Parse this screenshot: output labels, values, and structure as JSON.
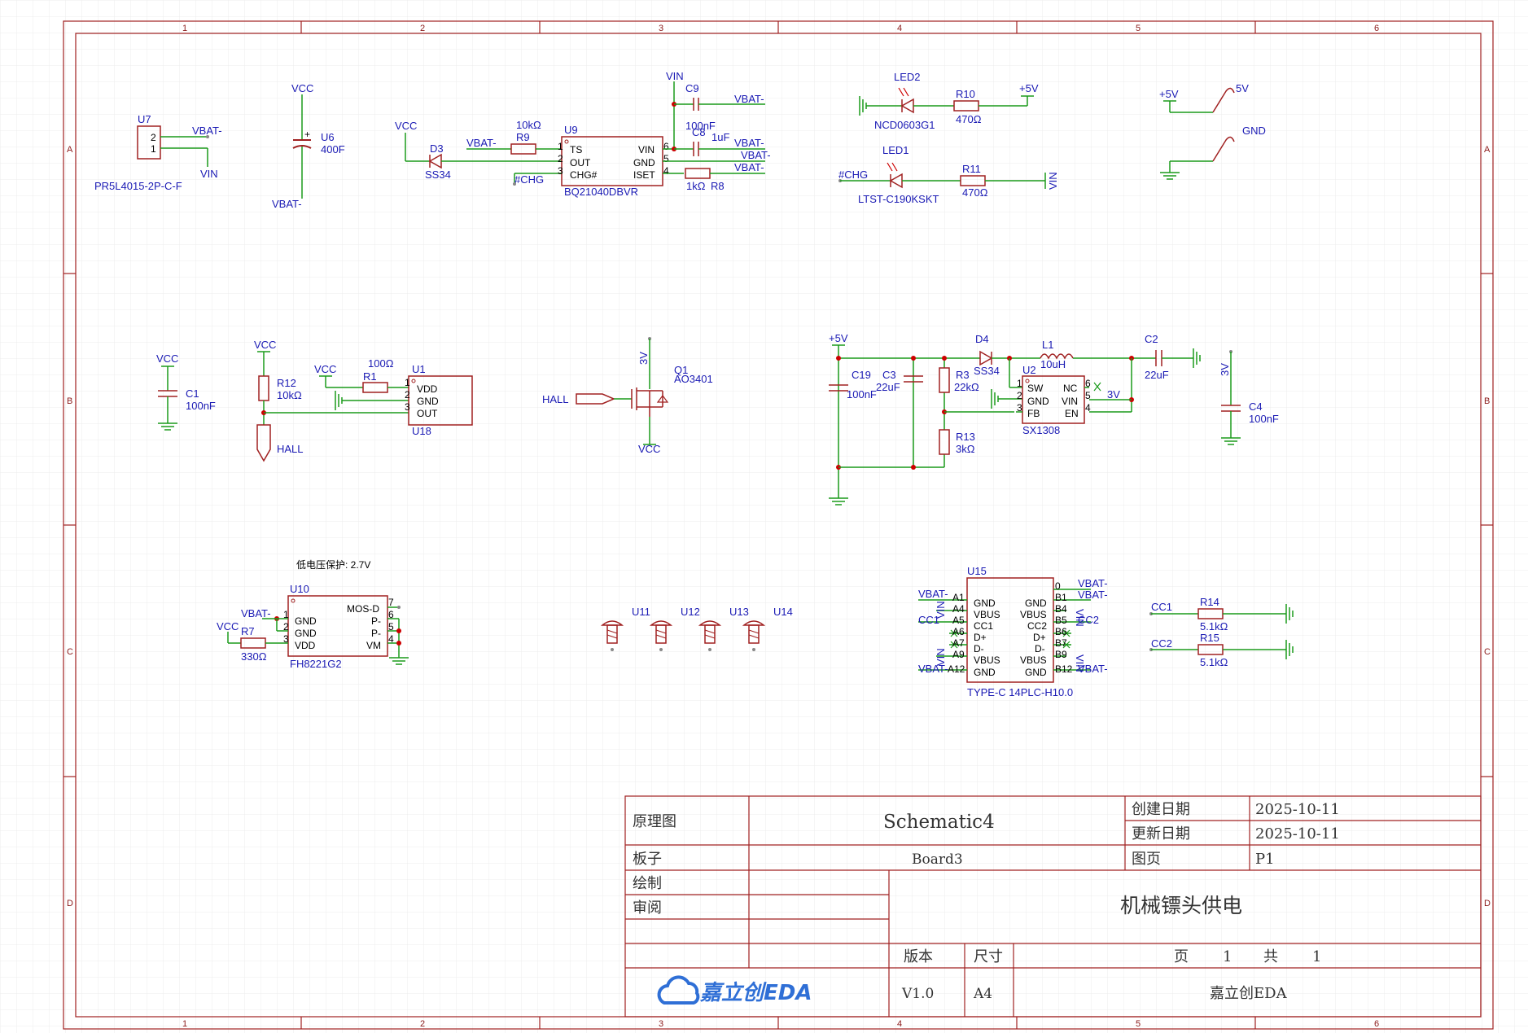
{
  "app": "嘉立创EDA",
  "grid_columns": [
    "1",
    "2",
    "3",
    "4",
    "5",
    "6"
  ],
  "grid_rows": [
    "A",
    "B",
    "C",
    "D"
  ],
  "title_block": {
    "schematic_label": "原理图",
    "schematic_name": "Schematic4",
    "created_label": "创建日期",
    "created_date": "2025-10-11",
    "updated_label": "更新日期",
    "updated_date": "2025-10-11",
    "board_label": "板子",
    "board_name": "Board3",
    "page_label": "图页",
    "page_name": "P1",
    "drawn_label": "绘制",
    "reviewed_label": "审阅",
    "project_title": "机械镖头供电",
    "version_label": "版本",
    "version": "V1.0",
    "size_label": "尺寸",
    "size": "A4",
    "pages_label": "页",
    "page_num": "1",
    "total_label": "共",
    "total_pages": "1",
    "brand_logo_text": "嘉立创EDA",
    "company": "嘉立创EDA"
  },
  "note": "低电压保护: 2.7V",
  "components": {
    "u7": {
      "ref": "U7",
      "part": "PR5L4015-2P-C-F",
      "pin2": "2",
      "pin1": "1",
      "net2": "VBAT-",
      "net1": "VIN"
    },
    "u6": {
      "ref": "U6",
      "value": "400F",
      "net_top": "VCC",
      "net_bot": "VBAT-"
    },
    "d3": {
      "ref": "D3",
      "part": "SS34",
      "net": "VCC"
    },
    "r9": {
      "ref": "R9",
      "value": "10kΩ",
      "net": "VBAT-"
    },
    "u9": {
      "ref": "U9",
      "part": "BQ21040DBVR",
      "p_ts": "TS",
      "p_out": "OUT",
      "p_chg": "CHG#",
      "p_vin": "VIN",
      "p_gnd": "GND",
      "p_iset": "ISET",
      "n1": "1",
      "n2": "2",
      "n3": "3",
      "n4": "4",
      "n5": "5",
      "n6": "6",
      "net_chg": "#CHG"
    },
    "c9": {
      "ref": "C9",
      "value": "100nF",
      "net": "VBAT-",
      "net_top": "VIN"
    },
    "c8": {
      "ref": "C8",
      "value": "1uF",
      "net1": "VBAT-",
      "net2": "VBAT-"
    },
    "r8": {
      "ref": "R8",
      "value": "1kΩ",
      "net": "VBAT-"
    },
    "led2": {
      "ref": "LED2",
      "part": "NCD0603G1"
    },
    "r10": {
      "ref": "R10",
      "value": "470Ω",
      "net": "+5V"
    },
    "led1": {
      "ref": "LED1",
      "part": "LTST-C190KSKT",
      "net": "#CHG"
    },
    "r11": {
      "ref": "R11",
      "value": "470Ω",
      "net": "VIN"
    },
    "p5v": {
      "net": "+5V",
      "label": "5V"
    },
    "pgnd": {
      "label": "GND"
    },
    "c1": {
      "ref": "C1",
      "value": "100nF",
      "net": "VCC"
    },
    "r12": {
      "ref": "R12",
      "value": "10kΩ",
      "net": "VCC",
      "out": "HALL"
    },
    "r1": {
      "ref": "R1",
      "value": "100Ω",
      "net": "VCC"
    },
    "u1": {
      "ref": "U1",
      "ref2": "U18",
      "p_vdd": "VDD",
      "p_gnd": "GND",
      "p_out": "OUT",
      "n1": "1",
      "n2": "2",
      "n3": "3"
    },
    "q1": {
      "ref": "Q1",
      "part": "AO3401",
      "net_top": "3V",
      "net_bot": "VCC",
      "in": "HALL"
    },
    "boost": {
      "net_in": "+5V",
      "c19_ref": "C19",
      "c19_val": "100nF",
      "c3_ref": "C3",
      "c3_val": "22uF",
      "d4_ref": "D4",
      "d4_part": "SS34",
      "l1_ref": "L1",
      "l1_val": "10uH",
      "r3_ref": "R3",
      "r3_val": "22kΩ",
      "r13_ref": "R13",
      "r13_val": "3kΩ",
      "u2_ref": "U2",
      "u2_part": "SX1308",
      "p_sw": "SW",
      "p_gnd": "GND",
      "p_fb": "FB",
      "p_nc": "NC",
      "p_vin": "VIN",
      "p_en": "EN",
      "n1": "1",
      "n2": "2",
      "n3": "3",
      "n4": "4",
      "n5": "5",
      "n6": "6",
      "net_3v": "3V",
      "c2_ref": "C2",
      "c2_val": "22uF",
      "c4_ref": "C4",
      "c4_val": "100nF",
      "c4_net": "3V"
    },
    "u10": {
      "ref": "U10",
      "part": "FH8221G2",
      "p1": "GND",
      "p2": "GND",
      "p3": "VDD",
      "p_mos": "MOS-D",
      "p_pm1": "P-",
      "p_pm2": "P-",
      "p_vm": "VM",
      "n1": "1",
      "n2": "2",
      "n3": "3",
      "n4": "4",
      "n5": "5",
      "n6": "6",
      "n7": "7",
      "net_vbat": "VBAT-",
      "net_vcc": "VCC",
      "r7_ref": "R7",
      "r7_val": "330Ω"
    },
    "screws": [
      "U11",
      "U12",
      "U13",
      "U14"
    ],
    "u15": {
      "ref": "U15",
      "part": "TYPE-C 14PLC-H10.0",
      "left_pins": [
        "A1",
        "A4",
        "A5",
        "A6",
        "A7",
        "A9",
        "A12"
      ],
      "left_names": [
        "GND",
        "VBUS",
        "CC1",
        "D+",
        "D-",
        "VBUS",
        "GND"
      ],
      "right_pins": [
        "0",
        "B1",
        "B4",
        "B5",
        "B6",
        "B7",
        "B9",
        "B12"
      ],
      "right_names": [
        "GND",
        "VBUS",
        "CC2",
        "D+",
        "D-",
        "VBUS",
        "GND"
      ],
      "nets_left": [
        "VBAT-",
        "VIN",
        "CC1",
        "VIN",
        "VBAT-"
      ],
      "nets_right": [
        "VBAT-",
        "VBAT-",
        "VIN",
        "CC2",
        "VIN",
        "VBAT-"
      ]
    },
    "r14": {
      "ref": "R14",
      "value": "5.1kΩ",
      "net": "CC1"
    },
    "r15": {
      "ref": "R15",
      "value": "5.1kΩ",
      "net": "CC2"
    }
  }
}
